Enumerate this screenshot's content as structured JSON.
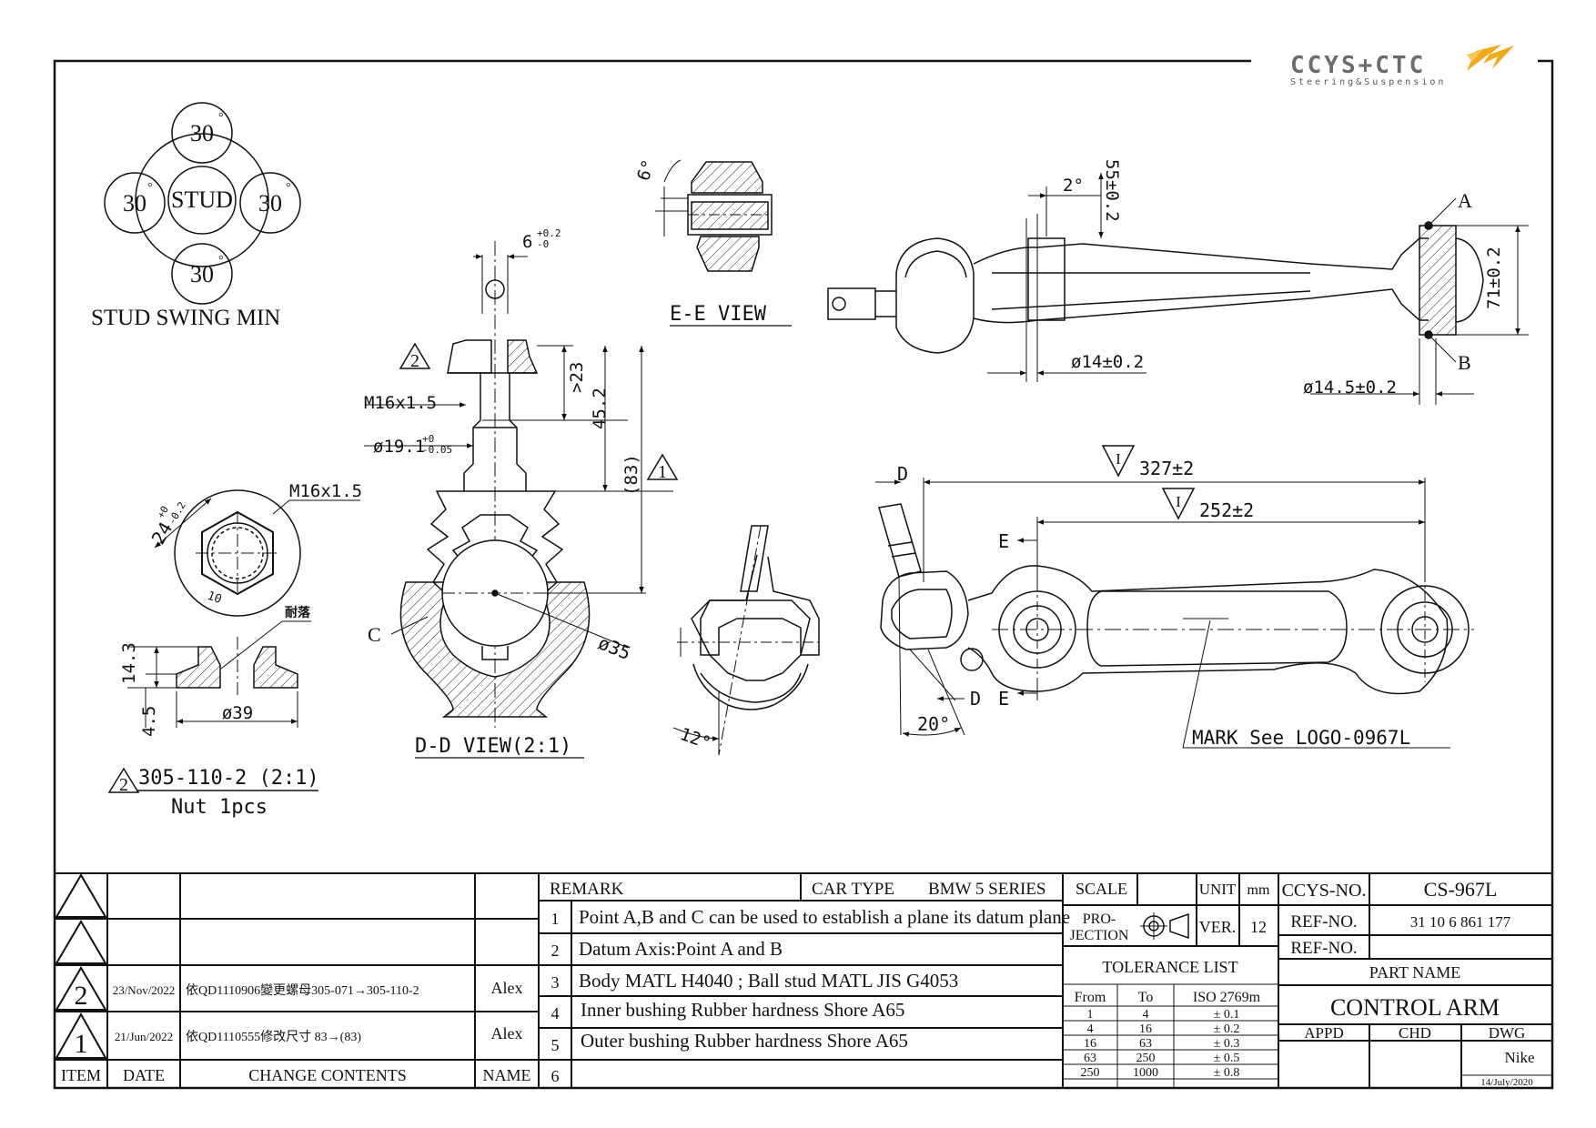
{
  "logo": {
    "brand": "CCYS+CTC",
    "tagline": "Steering&Suspension"
  },
  "stud_swing": {
    "title": "STUD SWING MIN",
    "center": "STUD",
    "top": "30",
    "left": "30",
    "right": "30",
    "bottom": "30",
    "degree_mark": "°"
  },
  "nut_view": {
    "thread": "M16x1.5",
    "across_flats": "24",
    "af_tol_upper": "+0",
    "af_tol_lower": "-0.2",
    "inner_mark": "10",
    "note_cn": "耐落",
    "height": "14.3",
    "flange": "4.5",
    "diameter": "ø39",
    "rev_symbol": "2",
    "part_number": "305-110-2 (2:1)",
    "qty": "Nut 1pcs"
  },
  "dd_view": {
    "label": "D-D VIEW(2:1)",
    "rev_symbol": "2",
    "thread": "M16x1.5",
    "pin_dim": "6",
    "pin_tol_upper": "+0.2",
    "pin_tol_lower": "-0",
    "shank": "ø19.1",
    "shank_tol_upper": "+0",
    "shank_tol_lower": "-0.05",
    "dim_23": ">23",
    "dim_45": "45.2",
    "dim_83": "(83)",
    "rev1_symbol": "1",
    "ball": "ø35",
    "point_c": "C"
  },
  "ee_view": {
    "label": "E-E VIEW",
    "angle": "6°"
  },
  "swing_view": {
    "angle": "12°"
  },
  "side_view": {
    "angle": "2°",
    "height": "55±0.2",
    "bore_left": "ø14±0.2",
    "bore_right": "ø14.5±0.2",
    "width_right": "71±0.2",
    "point_a": "A",
    "point_b": "B"
  },
  "plan_view": {
    "section_d": "D",
    "section_e": "E",
    "length_total": "327±2",
    "length_inner": "252±2",
    "datum_symbol": "I",
    "angle": "20°",
    "mark_note": "MARK  See  LOGO-0967L"
  },
  "revisions": [
    {
      "symbol": "",
      "date": "",
      "contents": "",
      "name": ""
    },
    {
      "symbol": "",
      "date": "",
      "contents": "",
      "name": ""
    },
    {
      "symbol": "2",
      "date": "23/Nov/2022",
      "contents": "依QD1110906變更螺母305-071→305-110-2",
      "name": "Alex"
    },
    {
      "symbol": "1",
      "date": "21/Jun/2022",
      "contents": "依QD1110555修改尺寸 83→(83)",
      "name": "Alex"
    }
  ],
  "revision_headers": {
    "item": "ITEM",
    "date": "DATE",
    "contents": "CHANGE CONTENTS",
    "name": "NAME"
  },
  "remark": {
    "title": "REMARK",
    "car_type_label": "CAR TYPE",
    "car_type": "BMW 5 SERIES",
    "items": [
      {
        "no": "1",
        "text": "Point A,B and C can be used to establish a plane its datum plane"
      },
      {
        "no": "2",
        "text": "Datum Axis:Point A and B"
      },
      {
        "no": "3",
        "text": "Body MATL H4040 ; Ball stud MATL JIS G4053"
      },
      {
        "no": "4",
        "text": "Inner bushing Rubber hardness Shore A65"
      },
      {
        "no": "5",
        "text": "Outer bushing Rubber hardness Shore A65"
      },
      {
        "no": "6",
        "text": ""
      }
    ]
  },
  "title_block": {
    "scale_label": "SCALE",
    "scale": "",
    "unit_label": "UNIT",
    "unit": "mm",
    "projection_label_1": "PRO-",
    "projection_label_2": "JECTION",
    "ver_label": "VER.",
    "ver": "12",
    "ccys_no_label": "CCYS-NO.",
    "ccys_no": "CS-967L",
    "ref_no_label": "REF-NO.",
    "ref_no": "31  10  6  861  177",
    "ref_no2_label": "REF-NO.",
    "ref_no2": "",
    "part_name_label": "PART NAME",
    "part_name": "CONTROL ARM",
    "appd_label": "APPD",
    "chd_label": "CHD",
    "dwg_label": "DWG",
    "dwg_name": "Nike",
    "dwg_date": "14/July/2020"
  },
  "tolerance": {
    "title": "TOLERANCE LIST",
    "headers": [
      "From",
      "To",
      "ISO 2769m"
    ],
    "rows": [
      [
        "1",
        "4",
        "± 0.1"
      ],
      [
        "4",
        "16",
        "± 0.2"
      ],
      [
        "16",
        "63",
        "± 0.3"
      ],
      [
        "63",
        "250",
        "± 0.5"
      ],
      [
        "250",
        "1000",
        "± 0.8"
      ]
    ]
  }
}
